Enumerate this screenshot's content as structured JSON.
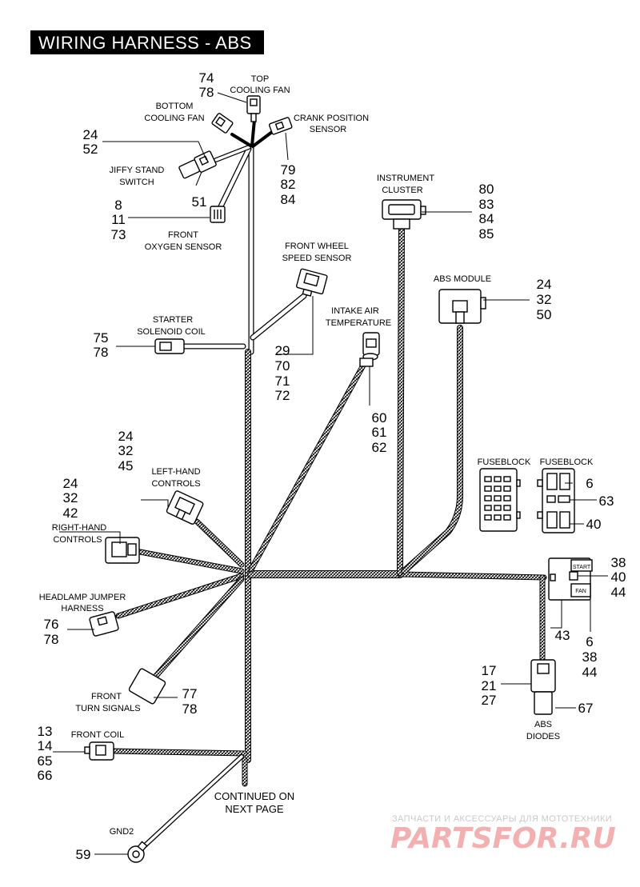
{
  "title": "WIRING HARNESS - ABS",
  "labels": {
    "top_cooling_fan": [
      "TOP",
      "COOLING FAN"
    ],
    "bottom_cooling_fan": [
      "BOTTOM",
      "COOLING FAN"
    ],
    "crank_position_sensor": [
      "CRANK POSITION",
      "SENSOR"
    ],
    "jiffy_stand_switch": [
      "JIFFY STAND",
      "SWITCH"
    ],
    "front_oxygen_sensor": [
      "FRONT",
      "OXYGEN SENSOR"
    ],
    "front_wheel_speed_sensor": [
      "FRONT WHEEL",
      "SPEED SENSOR"
    ],
    "instrument_cluster": [
      "INSTRUMENT",
      "CLUSTER"
    ],
    "abs_module": [
      "ABS MODULE"
    ],
    "starter_solenoid_coil": [
      "STARTER",
      "SOLENOID COIL"
    ],
    "intake_air_temperature": [
      "INTAKE AIR",
      "TEMPERATURE"
    ],
    "left_hand_controls": [
      "LEFT-HAND",
      "CONTROLS"
    ],
    "right_hand_controls": [
      "RIGHT-HAND",
      "CONTROLS"
    ],
    "headlamp_jumper_harness": [
      "HEADLAMP JUMPER",
      "HARNESS"
    ],
    "front_turn_signals": [
      "FRONT",
      "TURN SIGNALS"
    ],
    "front_coil": [
      "FRONT COIL"
    ],
    "gnd2": [
      "GND2"
    ],
    "fuseblock_left": [
      "FUSEBLOCK"
    ],
    "fuseblock_right": [
      "FUSEBLOCK"
    ],
    "abs_diodes": [
      "ABS",
      "DIODES"
    ],
    "continued": [
      "CONTINUED ON",
      "NEXT PAGE"
    ]
  },
  "relay_labels": {
    "start": "START",
    "fan": "FAN"
  },
  "callouts": {
    "top_fan": [
      "74",
      "78"
    ],
    "jiffy": [
      "24",
      "52"
    ],
    "crank": [
      "79",
      "82",
      "84"
    ],
    "jiffy_51": [
      "51"
    ],
    "oxygen": [
      "8",
      "11",
      "73"
    ],
    "instrument": [
      "80",
      "83",
      "84",
      "85"
    ],
    "abs_module": [
      "24",
      "32",
      "50"
    ],
    "starter": [
      "75",
      "78"
    ],
    "wheel_speed": [
      "29",
      "70",
      "71",
      "72"
    ],
    "intake": [
      "60",
      "61",
      "62"
    ],
    "left_hand": [
      "24",
      "32",
      "45"
    ],
    "right_hand": [
      "24",
      "32",
      "42"
    ],
    "fuse_6": [
      "6"
    ],
    "fuse_63": [
      "63"
    ],
    "fuse_40": [
      "40"
    ],
    "relay_right": [
      "38",
      "40",
      "44"
    ],
    "relay_43": [
      "43"
    ],
    "relay_fan": [
      "6",
      "38",
      "44"
    ],
    "headlamp": [
      "76",
      "78"
    ],
    "diodes_left": [
      "17",
      "21",
      "27"
    ],
    "diodes_67": [
      "67"
    ],
    "turn": [
      "77",
      "78"
    ],
    "coil": [
      "13",
      "14",
      "65",
      "66"
    ],
    "gnd": [
      "59"
    ]
  },
  "watermark": {
    "line1": "ЗАПЧАСТИ И АКСЕССУАРЫ ДЛЯ МОТОТЕХНИКИ",
    "line2": "PARTSFOR.RU"
  }
}
